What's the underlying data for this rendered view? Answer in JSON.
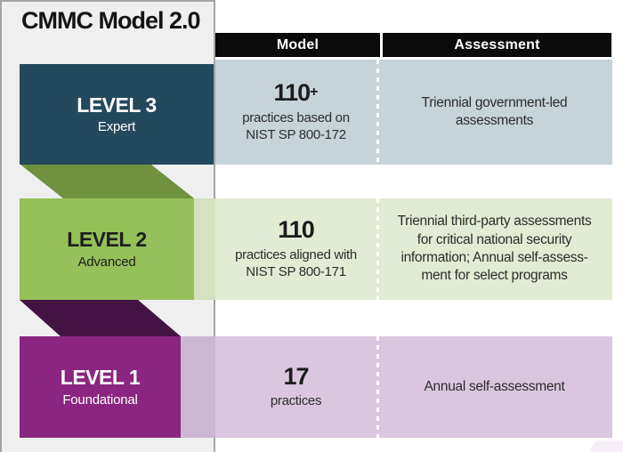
{
  "title": "CMMC Model 2.0",
  "columns": {
    "model": "Model",
    "assessment": "Assessment"
  },
  "levels": [
    {
      "name": "LEVEL 3",
      "tier": "Expert",
      "value": "110",
      "value_suffix": "+",
      "model_desc": "practices based on\nNIST SP 800-172",
      "assessment": "Triennial government-led\nassessments"
    },
    {
      "name": "LEVEL 2",
      "tier": "Advanced",
      "value": "110",
      "value_suffix": "",
      "model_desc": "practices aligned with\nNIST SP 800-171",
      "assessment": "Triennial third-party assessments\nfor critical national security\ninformation; Annual self-assess-\nment for select programs"
    },
    {
      "name": "LEVEL 1",
      "tier": "Foundational",
      "value": "17",
      "value_suffix": "",
      "model_desc": "practices",
      "assessment": "Annual self-assessment"
    }
  ],
  "colors": {
    "level3_block": "#24495c",
    "level3_row": "#c6d3d9",
    "level2_block": "#95c05a",
    "level2_row": "#e2ebd3",
    "fold_green": "#6f9140",
    "level1_block": "#8a2581",
    "level1_row": "#dac6de",
    "fold_purple": "#431343",
    "header_bar": "#0b0b0b",
    "panel_background": "#efeff0"
  }
}
